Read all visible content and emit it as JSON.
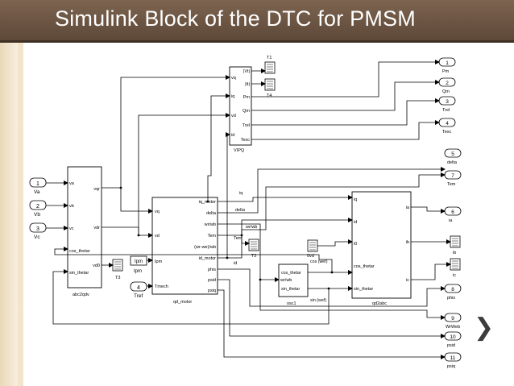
{
  "slide": {
    "title": "Simulink Block of the DTC for PMSM",
    "next_icon": "chevron-right-icon",
    "accent": "#5e4838"
  },
  "inports": [
    {
      "num": "1",
      "label": "Va"
    },
    {
      "num": "2",
      "label": "Vb"
    },
    {
      "num": "3",
      "label": "Vc"
    },
    {
      "num": "4",
      "label": "Tref"
    }
  ],
  "outports": [
    {
      "num": "1",
      "label": "Pm"
    },
    {
      "num": "2",
      "label": "Qm"
    },
    {
      "num": "3",
      "label": "Trel"
    },
    {
      "num": "4",
      "label": "Texc"
    },
    {
      "num": "5",
      "label": "delta"
    },
    {
      "num": "7",
      "label": "Tem"
    },
    {
      "num": "6",
      "label": "ia"
    },
    {
      "num": "8",
      "label": "phis"
    },
    {
      "num": "9",
      "label": "WrWeb"
    },
    {
      "num": "10",
      "label": "psid"
    },
    {
      "num": "11",
      "label": "psiq"
    }
  ],
  "abc2qdv": {
    "name": "abc2qdv",
    "inputs": [
      "va",
      "vb",
      "vc",
      "cos_thetar",
      "sin_thetar"
    ],
    "outputs": [
      "vqr",
      "vdr",
      "vd0"
    ]
  },
  "vipq": {
    "name": "VIPQ",
    "inputs": [
      "vq",
      "iq",
      "vd",
      "id"
    ],
    "outputs": [
      "|Vt|",
      "|It|",
      "Pm",
      "Qm",
      "Trel",
      "Texc"
    ]
  },
  "qd_motor": {
    "name": "qd_motor",
    "inputs": [
      "vq",
      "vd",
      "Ipm",
      "Tmech"
    ],
    "outputs": [
      "iq_motor",
      "delta",
      "wr/wb",
      "Tem",
      "(wr-we)/wb",
      "id_motor",
      "phis",
      "psid",
      "psiq"
    ]
  },
  "qd2abc": {
    "name": "qd2abc",
    "inputs": [
      "iq",
      "id",
      "i0",
      "cos_thetar",
      "sin_thetar"
    ],
    "outputs": [
      "ia",
      "ib",
      "ic"
    ]
  },
  "osc": {
    "name": "osc1",
    "inputs": [
      "wr/wb"
    ],
    "outputs": [
      "cos_thetar",
      "sin_thetar"
    ],
    "top_label": "cos (wef)",
    "bottom_label": "sin (wef)"
  },
  "ipm": {
    "value": "Ipm",
    "label": "Ipm"
  },
  "displays": [
    {
      "label": "T1"
    },
    {
      "label": "T4"
    },
    {
      "label": "T2"
    },
    {
      "label": "T3"
    },
    {
      "label": "0vd"
    },
    {
      "label": "ib"
    },
    {
      "label": "ic"
    }
  ],
  "signals": {
    "iq": "iq",
    "id": "id",
    "delta": "delta",
    "wrwb": "wr/wb",
    "tem": "Tem"
  }
}
